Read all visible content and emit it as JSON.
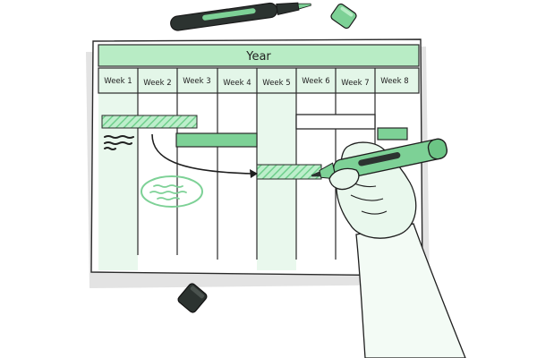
{
  "chart": {
    "title": "Year",
    "weeks": [
      "Week 1",
      "Week 2",
      "Week 3",
      "Week 4",
      "Week 5",
      "Week 6",
      "Week 7",
      "Week 8"
    ]
  },
  "colors": {
    "accent_light": "#a8e6b8",
    "accent_mid": "#7dd196",
    "accent_header": "#b8ecc5",
    "column_tint": "#e9f8ed",
    "ink": "#1f1f1f",
    "marker_body": "#2c3330",
    "shadow": "#e6e6e6"
  },
  "icons": {
    "marker_pen": "marker-pen-icon",
    "marker_cap": "marker-cap-icon",
    "hand": "hand-icon"
  }
}
